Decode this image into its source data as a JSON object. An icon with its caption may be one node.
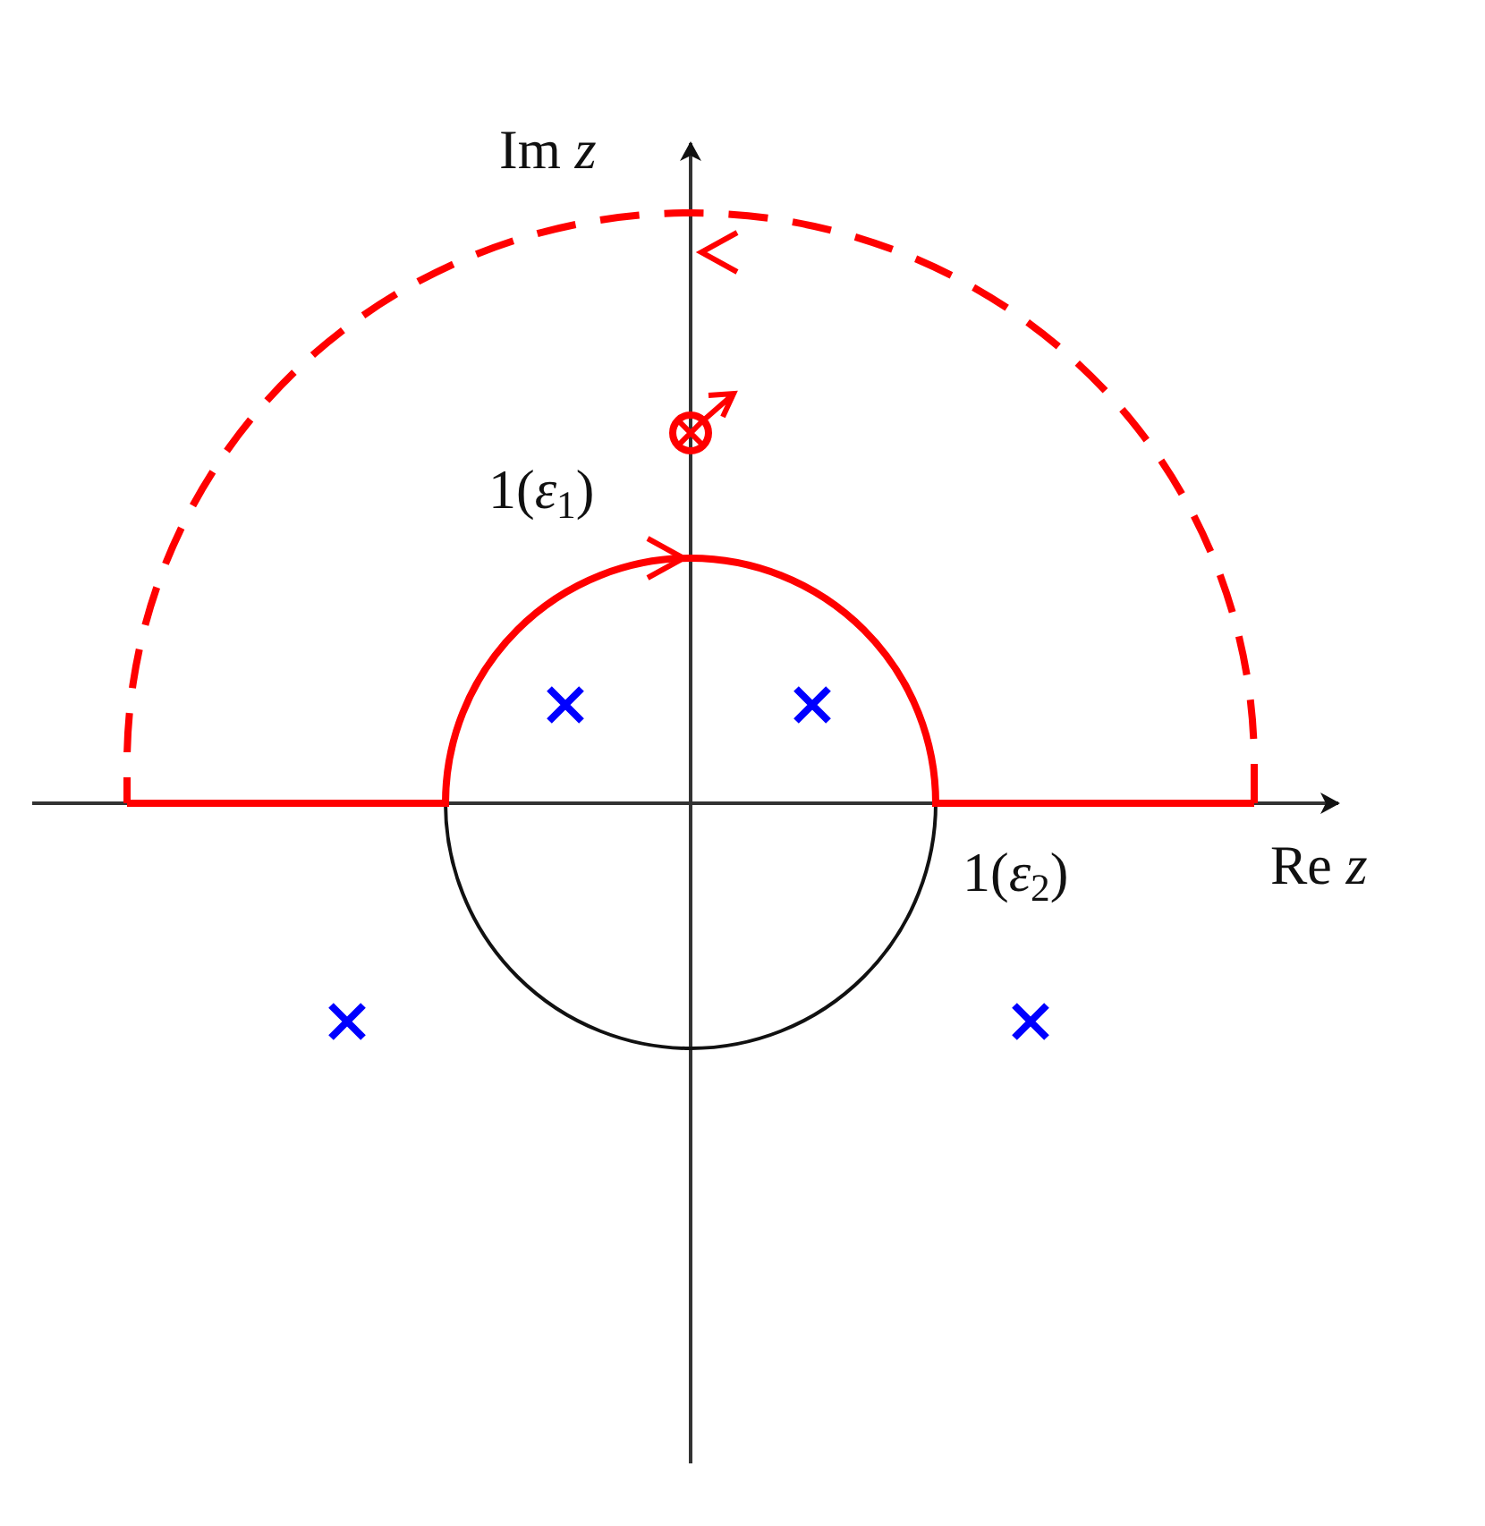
{
  "diagram": {
    "labels": [
      "Im *z*",
      "1(*ε*$_{1}$)",
      "1(*ε*$_{2}$)",
      "Re *z*"
    ]
  }
}
